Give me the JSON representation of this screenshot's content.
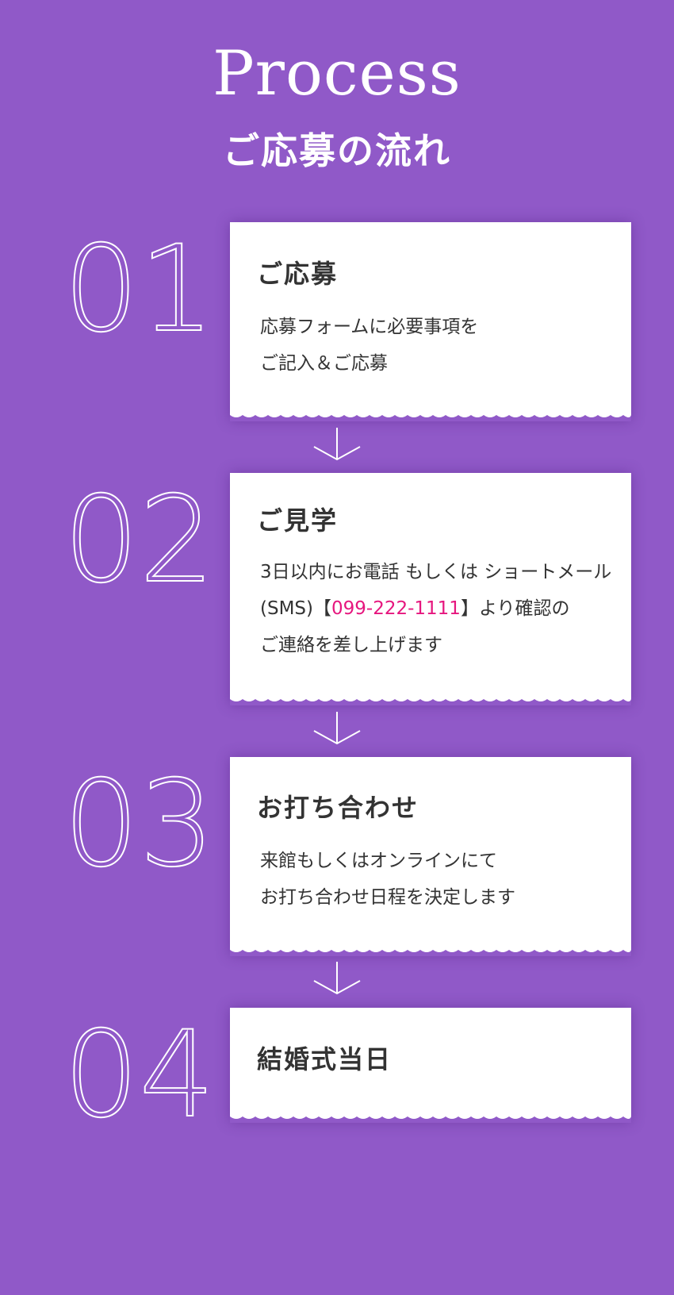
{
  "header": {
    "title_en": "Process",
    "title_ja": "ご応募の流れ"
  },
  "steps": [
    {
      "number": "01",
      "title": "ご応募",
      "lines": [
        "応募フォームに必要事項を",
        "ご記入＆ご応募"
      ]
    },
    {
      "number": "02",
      "title": "ご見学",
      "line1": "3日以内にお電話 もしくは ショートメール",
      "line2_pre": "(SMS)【",
      "phone": "099-222-1111",
      "line2_post": "】より確認の",
      "line3": "ご連絡を差し上げます"
    },
    {
      "number": "03",
      "title": "お打ち合わせ",
      "lines": [
        "来館もしくはオンラインにて",
        "お打ち合わせ日程を決定します"
      ]
    },
    {
      "number": "04",
      "title": "結婚式当日"
    }
  ],
  "colors": {
    "background": "#9059c8",
    "card": "#ffffff",
    "phone_accent": "#e6167e"
  },
  "icons": [
    "down-arrow-icon",
    "down-arrow-icon",
    "down-arrow-icon"
  ]
}
